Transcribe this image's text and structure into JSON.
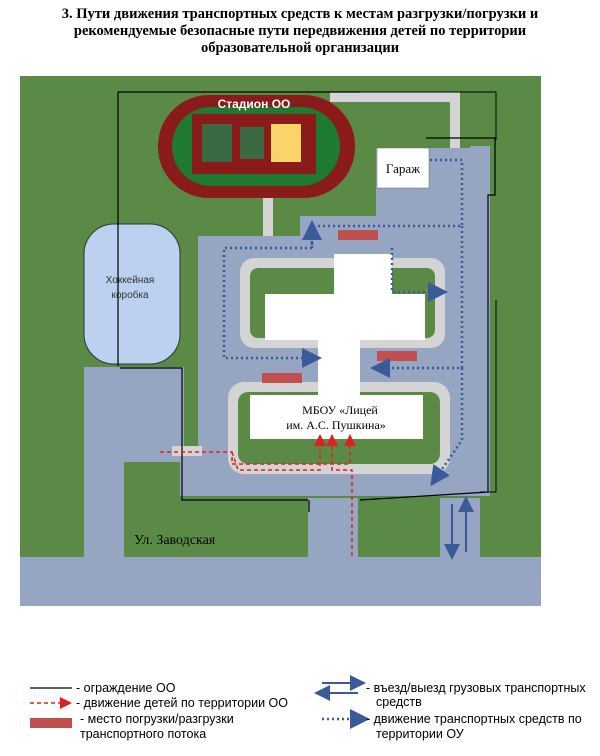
{
  "title": {
    "line1": "3. Пути движения транспортных средств к местам разгрузки/погрузки и",
    "line2": "рекомендуемые безопасные пути передвижения детей по территории",
    "line3": "образовательной организации"
  },
  "map": {
    "stadium": "Стадион ОО",
    "garage": "Гараж",
    "hockey_line1": "Хоккейная",
    "hockey_line2": "коробка",
    "school_line1": "МБОУ «Лицей",
    "school_line2": "им. А.С. Пушкина»",
    "street": "Ул. Заводская"
  },
  "colors": {
    "grass": "#5a8a45",
    "asphalt": "#95a5c2",
    "path": "#d4d4d4",
    "track": "#8b1a1a",
    "truck_route": "#3a5a9a",
    "child_route": "#e02020",
    "loading_zone": "#c0504d"
  },
  "legend": {
    "fence": "- ограждение ОО",
    "children": "- движение детей по территории ОО",
    "loading_line1": "- место погрузки/разгрузки",
    "loading_line2": "транспортного потока",
    "truck_line1": "- въезд/выезд грузовых транспортных",
    "truck_line2": "средств",
    "vehicles_line1": "- движение транспортных средств по",
    "vehicles_line2": "территории ОУ"
  }
}
